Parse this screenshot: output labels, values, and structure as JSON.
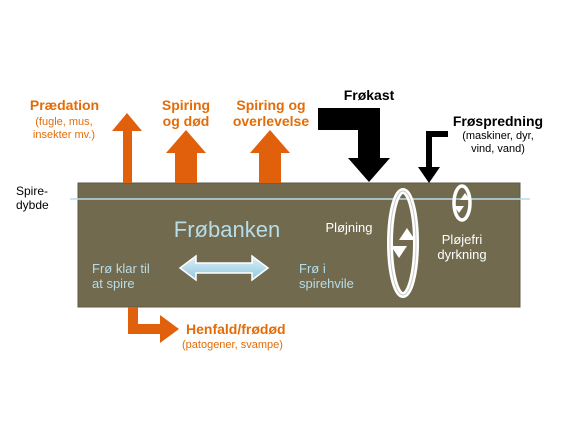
{
  "labels": {
    "predation_title": "Prædation",
    "predation_detail": "(fugle, mus,\ninsekter mv.)",
    "spiring_dod": "Spiring\nog død",
    "spiring_overlevelse": "Spiring og\noverlevelse",
    "frokast": "Frøkast",
    "frospredning_title": "Frøspredning",
    "frospredning_detail": "(maskiner, dyr,\nvind, vand)",
    "spiredybde": "Spire-\ndybde",
    "frobanken": "Frøbanken",
    "plojning": "Pløjning",
    "plojefri": "Pløjefri\ndyrkning",
    "fro_klar": "Frø klar til\nat spire",
    "fro_hvile": "Frø i\nspirehvile",
    "henfald_title": "Henfald/frødød",
    "henfald_detail": "(patogener, svampe)"
  },
  "colors": {
    "soil": "#716a4e",
    "soil_border": "#5e5842",
    "orange": "#e36c09",
    "arrow_orange": "#e0600c",
    "black": "#000000",
    "light_blue": "#b7dde8",
    "depth_line": "#b7dde8"
  },
  "icons": {
    "swap_arrow": "double-headed-arrow",
    "plowing": "circular-arrows-large",
    "no_till": "circular-arrows-small"
  }
}
